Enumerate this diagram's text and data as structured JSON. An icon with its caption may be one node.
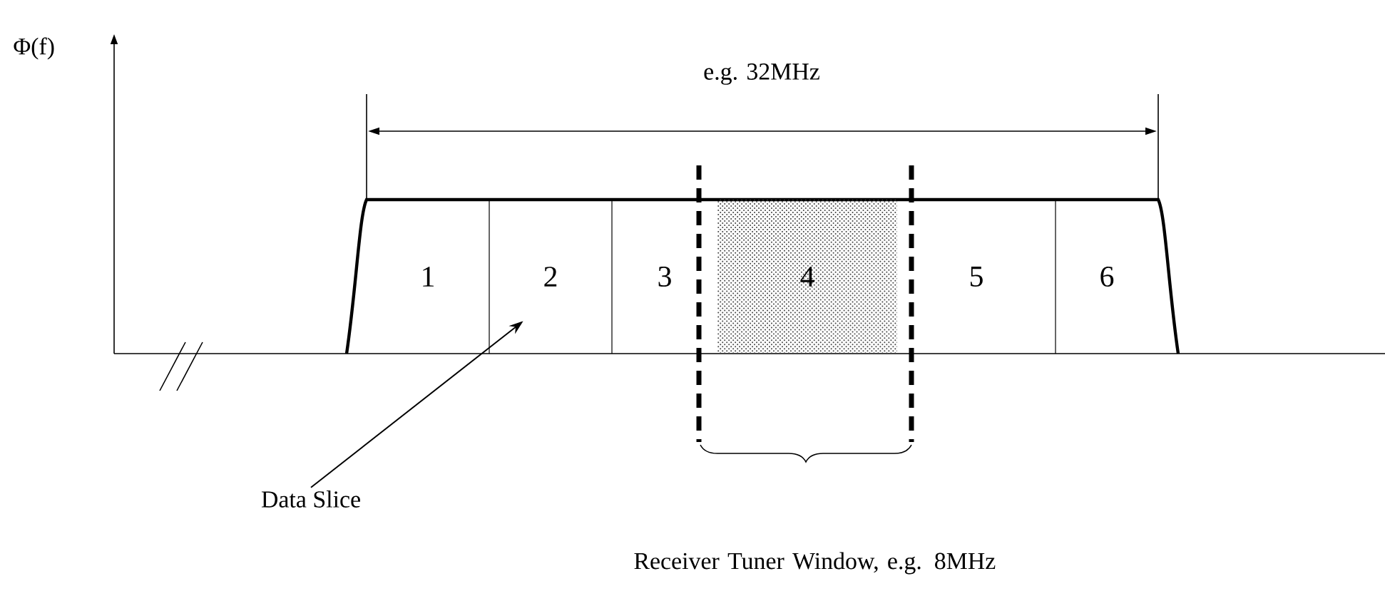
{
  "diagram": {
    "nodes": [
      {
        "text": [
          "1"
        ]
      },
      {
        "text": [
          "2"
        ]
      },
      {
        "text": [
          "3"
        ]
      },
      {
        "text": [
          "4"
        ]
      },
      {
        "text": [
          "5"
        ]
      },
      {
        "text": [
          "6"
        ]
      },
      {
        "text": [
          "Data Slice"
        ]
      }
    ],
    "edges": [
      {
        "from": 6,
        "to": 1,
        "arrow": "to"
      }
    ],
    "labels": [
      "Φ(f)",
      "e.g. 32MHz",
      "Receiver Tuner Window, e.g. 8MHz"
    ]
  }
}
